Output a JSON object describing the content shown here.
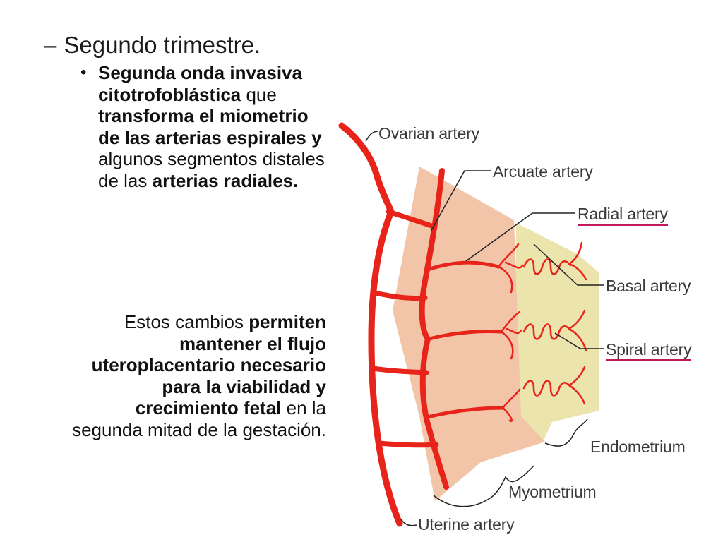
{
  "slide": {
    "heading": {
      "dash": "–",
      "text": "Segundo trimestre."
    },
    "bullet": {
      "dot": "•",
      "b1": "Segunda onda invasiva citotrofoblástica",
      "t1": " que ",
      "b2": "transforma el miometrio de las arterias espirales y",
      "t2": " algunos segmentos distales de las ",
      "b3": "arterias radiales."
    },
    "paragraph": {
      "t1": "Estos cambios ",
      "b1": "permiten mantener el flujo uteroplacentario necesario para la viabilidad y crecimiento fetal",
      "t2": " en la segunda mitad de la gestación."
    }
  },
  "diagram": {
    "labels": {
      "ovarian": "Ovarian artery",
      "arcuate": "Arcuate artery",
      "radial": "Radial artery",
      "basal": "Basal artery",
      "spiral": "Spiral artery",
      "endometrium": "Endometrium",
      "myometrium": "Myometrium",
      "uterine": "Uterine artery"
    },
    "colors": {
      "artery": "#e8231a",
      "myometrium": "#f2c4a8",
      "endometrium": "#ece4ad",
      "underline": "#c2185b",
      "label": "#3a3a3a"
    }
  }
}
